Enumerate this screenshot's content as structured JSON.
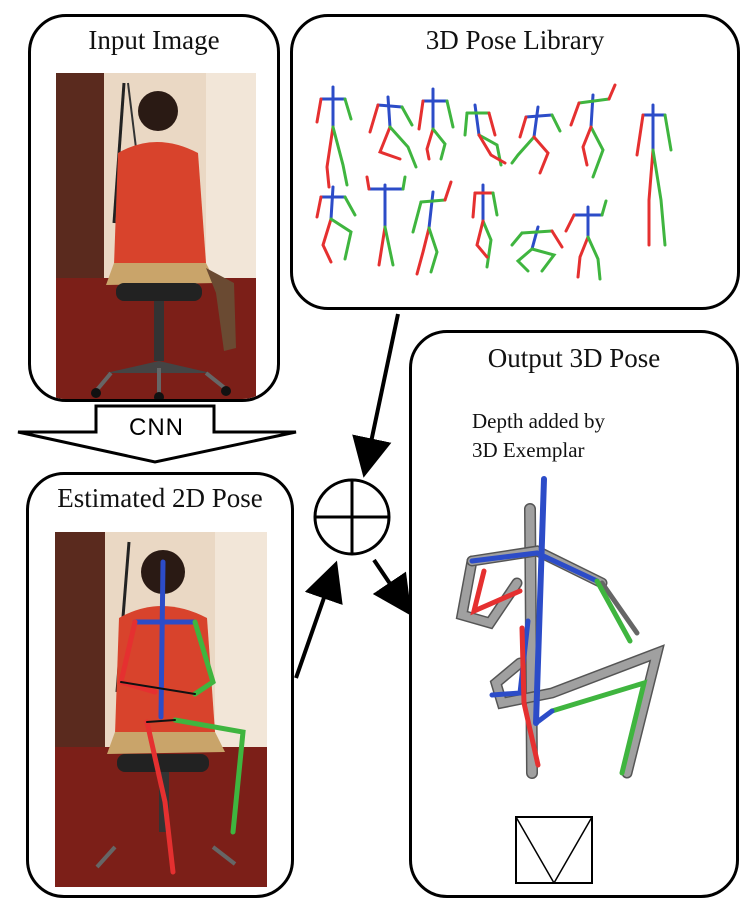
{
  "panels": {
    "input_image": {
      "title": "Input Image"
    },
    "pose_library": {
      "title": "3D Pose Library"
    },
    "estimated_2d": {
      "title": "Estimated 2D Pose"
    },
    "output_3d": {
      "title": "Output 3D Pose",
      "note_line1": "Depth added by",
      "note_line2": "3D Exemplar"
    }
  },
  "arrow": {
    "label": "CNN"
  },
  "colors": {
    "left_limb": "#e53030",
    "right_limb": "#3fb53f",
    "torso": "#2c4cc8",
    "exemplar": "#9a9a9a",
    "shirt": "#d8432c",
    "background_wall": "#e9d9c6",
    "carpet": "#7a1e17"
  },
  "symbols": {
    "combine": "circle-plus-icon"
  }
}
